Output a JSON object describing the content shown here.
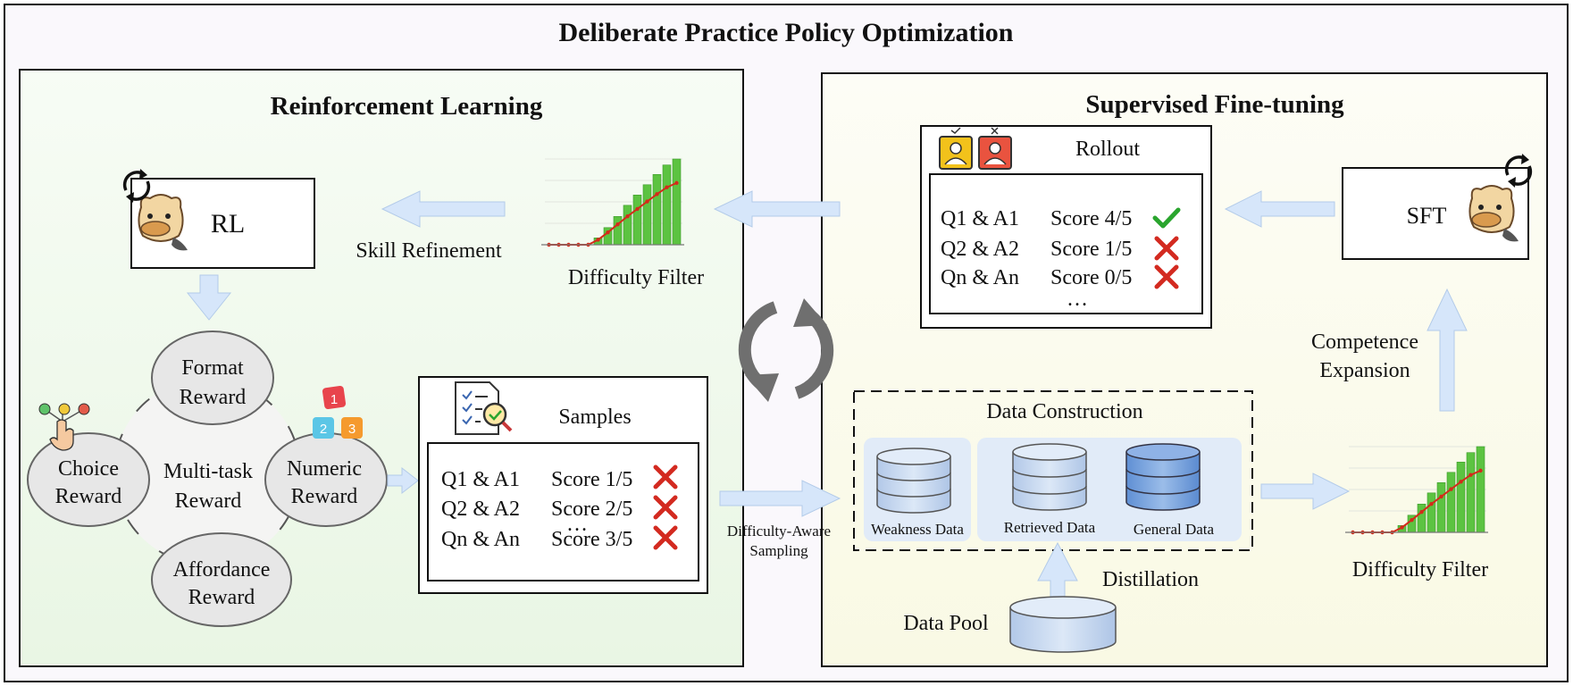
{
  "title": "Deliberate Practice Policy Optimization",
  "colors": {
    "rl_panel": "#eef8ea",
    "sft_panel": "#fbfbea",
    "arrow": "#d6e6fa",
    "arrow_stroke": "#a9c4ea",
    "bar_green": "#5cc341",
    "trend_red": "#d42a1a",
    "cross_red": "#d32a20",
    "check_green": "#2aa52e",
    "db_light": "#c5d9f2",
    "db_dark": "#7aa4de"
  },
  "rl": {
    "title": "Reinforcement Learning",
    "module_label": "RL",
    "skill_refinement": "Skill Refinement",
    "difficulty_filter": "Difficulty Filter",
    "rewards": {
      "center": [
        "Multi-task",
        "Reward"
      ],
      "format": [
        "Format",
        "Reward"
      ],
      "choice": [
        "Choice",
        "Reward"
      ],
      "numeric": [
        "Numeric",
        "Reward"
      ],
      "affordance": [
        "Affordance",
        "Reward"
      ]
    },
    "samples": {
      "title": "Samples",
      "rows": [
        {
          "q": "Q1 & A1",
          "score": "Score 1/5"
        },
        {
          "q": "Q2 & A2",
          "score": "Score 2/5"
        },
        {
          "q": "Qn & An",
          "score": "Score 3/5"
        }
      ],
      "ellipsis": "…"
    }
  },
  "sft": {
    "title": "Supervised Fine-tuning",
    "module_label": "SFT",
    "rollout": {
      "title": "Rollout",
      "rows": [
        {
          "q": "Q1 & A1",
          "score": "Score 4/5",
          "result": "check"
        },
        {
          "q": "Q2 & A2",
          "score": "Score 1/5",
          "result": "cross"
        },
        {
          "q": "Qn & An",
          "score": "Score 0/5",
          "result": "cross"
        }
      ],
      "ellipsis": "…"
    },
    "competence": [
      "Competence",
      "Expansion"
    ],
    "data_construction": {
      "title": "Data Construction",
      "weakness": "Weakness Data",
      "retrieved": "Retrieved Data",
      "general": "General Data"
    },
    "distillation": "Distillation",
    "data_pool": "Data Pool",
    "difficulty_filter": "Difficulty  Filter"
  },
  "sampling": [
    "Difficulty-Aware",
    "Sampling"
  ],
  "chart_rl": [
    0.0,
    0.0,
    0.0,
    0.0,
    0.0,
    0.08,
    0.2,
    0.33,
    0.46,
    0.58,
    0.7,
    0.82,
    0.93,
    1.0
  ],
  "chart_sft": [
    0.0,
    0.0,
    0.0,
    0.0,
    0.0,
    0.08,
    0.2,
    0.33,
    0.46,
    0.58,
    0.7,
    0.82,
    0.93,
    1.0
  ]
}
